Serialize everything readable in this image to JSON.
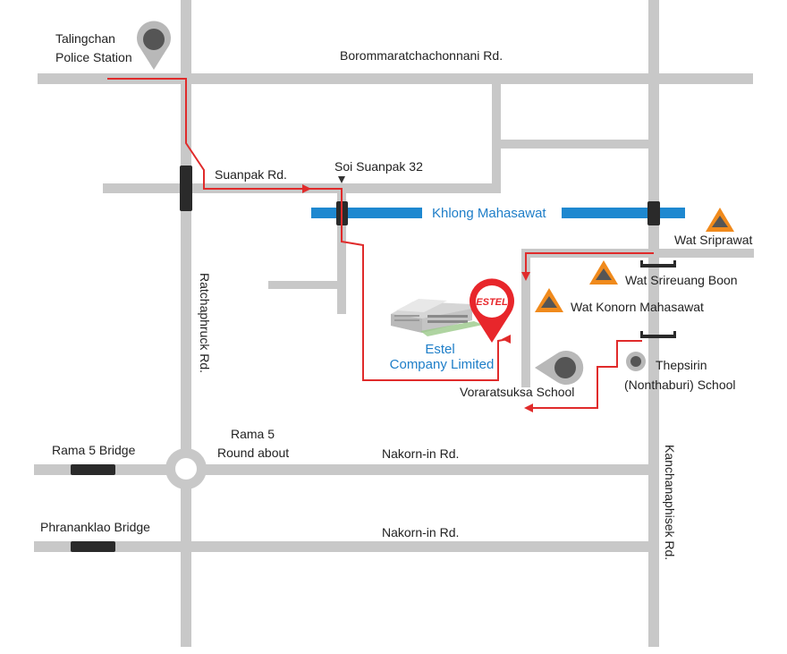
{
  "colors": {
    "road": "#c8c8c8",
    "route": "#e02b2b",
    "canal": "#1e88d0",
    "canal_text": "#1e7ec8",
    "bridge": "#2a2a2a",
    "temple": "#f08a1c",
    "pin_dark": "#555555",
    "pin_brand": "#e8262b"
  },
  "roads": {
    "borommaratchachonnani": "Borommaratchachonnani Rd.",
    "suanpak": "Suanpak Rd.",
    "soi_suanpak_32": "Soi Suanpak 32",
    "ratchaphruck": "Ratchaphruck Rd.",
    "kanchanaphisek": "Kanchanaphisek Rd.",
    "nakorn_in_1": "Nakorn-in Rd.",
    "nakorn_in_2": "Nakorn-in Rd."
  },
  "canal": {
    "name": "Khlong Mahasawat"
  },
  "bridges": {
    "rama5": "Rama 5 Bridge",
    "phranangklao": "Phrananklao Bridge"
  },
  "roundabout": {
    "line1": "Rama 5",
    "line2": "Round about"
  },
  "landmarks": {
    "police": {
      "line1": "Talingchan",
      "line2": "Police Station",
      "icon": "pin-icon"
    },
    "wat_sriprawat": {
      "label": "Wat Sriprawat",
      "icon": "temple-icon"
    },
    "wat_srireuang_boon": {
      "label": "Wat Srireuang Boon",
      "icon": "temple-icon"
    },
    "wat_konorn": {
      "label": "Wat Konorn Mahasawat",
      "icon": "temple-icon"
    },
    "thepsirin": {
      "line1": "Thepsirin",
      "line2": "(Nonthaburi) School",
      "icon": "school-pin-icon"
    },
    "voraratsuksa": {
      "label": "Voraratsuksa School",
      "icon": "pin-icon"
    }
  },
  "company": {
    "line1": "Estel",
    "line2": "Company Limited",
    "logo_text": "ESTEL",
    "icon": "building-icon"
  }
}
